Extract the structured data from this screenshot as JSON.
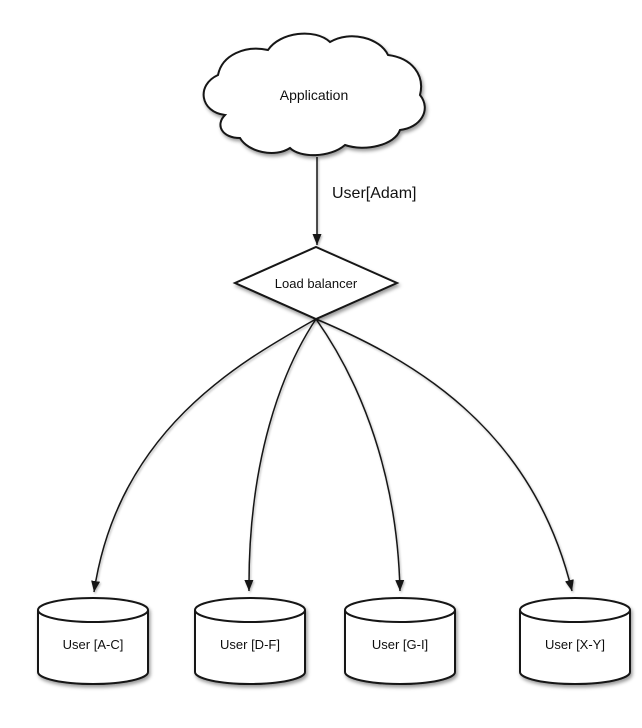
{
  "diagram": {
    "background_color": "#ffffff",
    "stroke_color": "#141414",
    "node_fill_color": "#ffffff",
    "nodes": {
      "application": {
        "label": "Application",
        "shape": "cloud"
      },
      "load_balancer": {
        "label": "Load balancer",
        "shape": "diamond"
      },
      "shards": [
        {
          "label": "User [A-C]",
          "shape": "cylinder"
        },
        {
          "label": "User [D-F]",
          "shape": "cylinder"
        },
        {
          "label": "User [G-I]",
          "shape": "cylinder"
        },
        {
          "label": "User [X-Y]",
          "shape": "cylinder"
        }
      ]
    },
    "edges": {
      "app_to_lb": {
        "label": "User[Adam]"
      }
    }
  }
}
